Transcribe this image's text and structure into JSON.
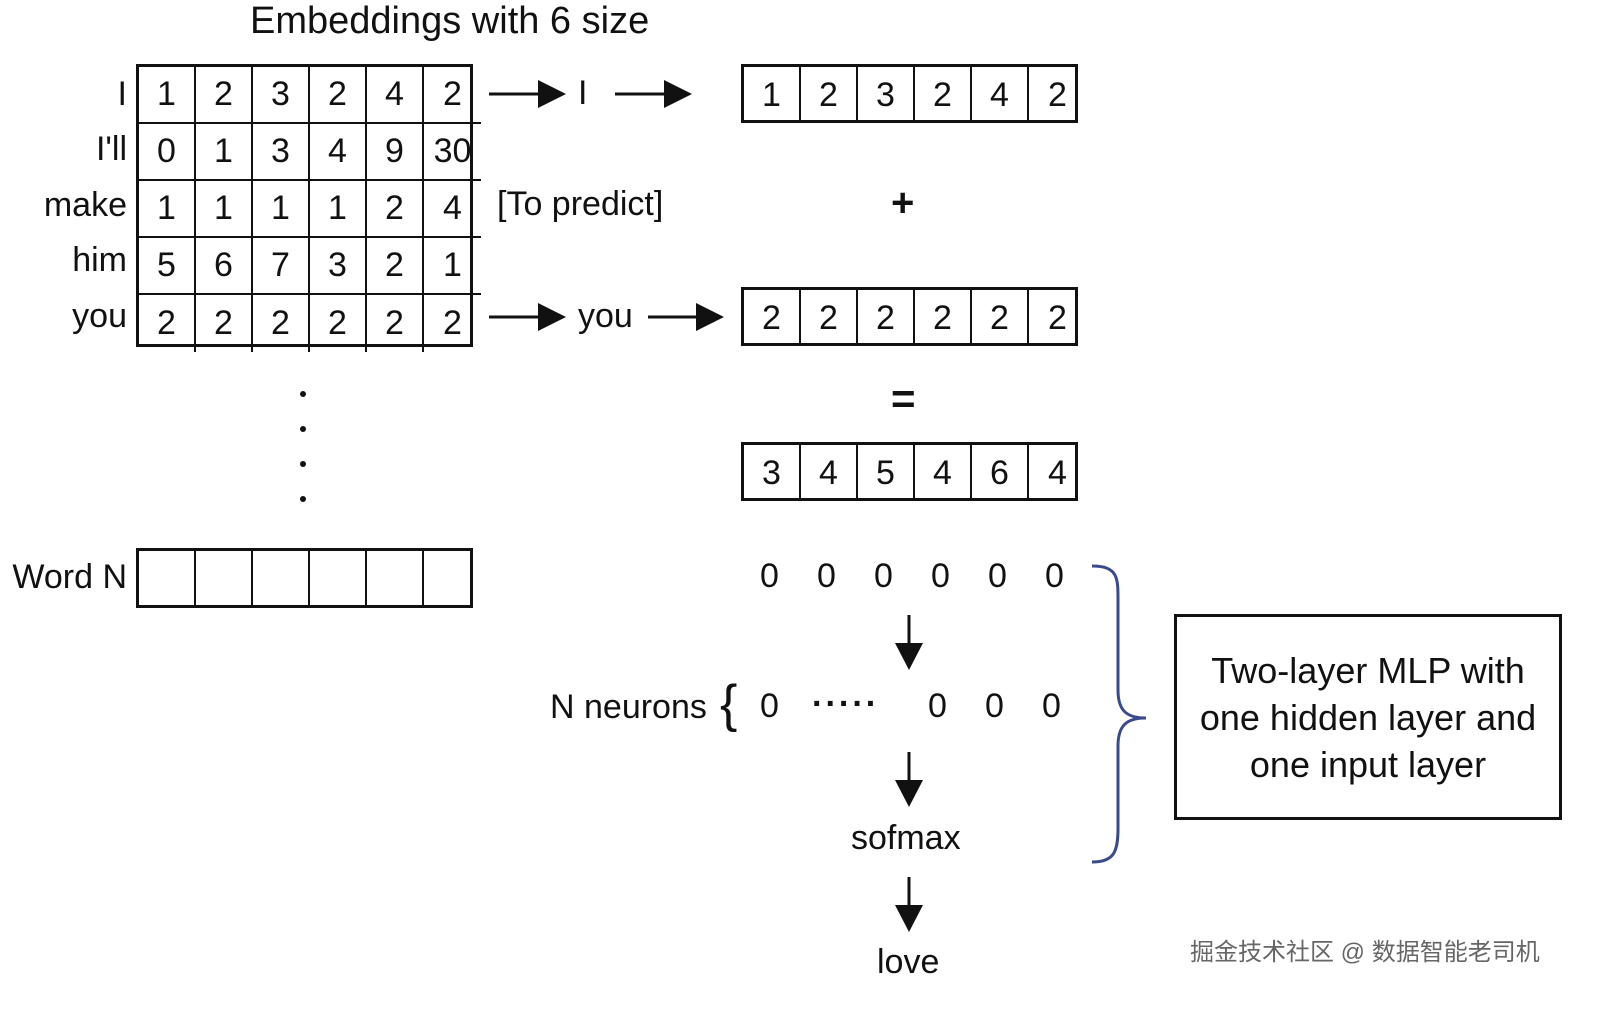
{
  "title": "Embeddings with 6 size",
  "embedding_table": {
    "rows": [
      {
        "label": "I",
        "values": [
          "1",
          "2",
          "3",
          "2",
          "4",
          "2"
        ]
      },
      {
        "label": "I'll",
        "values": [
          "0",
          "1",
          "3",
          "4",
          "9",
          "30"
        ]
      },
      {
        "label": "make",
        "values": [
          "1",
          "1",
          "1",
          "1",
          "2",
          "4"
        ]
      },
      {
        "label": "him",
        "values": [
          "5",
          "6",
          "7",
          "3",
          "2",
          "1"
        ]
      },
      {
        "label": "you",
        "values": [
          "2",
          "2",
          "2",
          "2",
          "2",
          "2"
        ]
      }
    ],
    "last_row_label": "Word N",
    "last_row_values": [
      "",
      "",
      "",
      "",
      "",
      ""
    ]
  },
  "flow": {
    "word1": "I",
    "word2": "you",
    "to_predict": "[To predict]",
    "plus": "+",
    "equals": "=",
    "vec1": [
      "1",
      "2",
      "3",
      "2",
      "4",
      "2"
    ],
    "vec2": [
      "2",
      "2",
      "2",
      "2",
      "2",
      "2"
    ],
    "sum": [
      "3",
      "4",
      "5",
      "4",
      "6",
      "4"
    ]
  },
  "mlp": {
    "input_layer": [
      "0",
      "0",
      "0",
      "0",
      "0",
      "0"
    ],
    "hidden_label": "N neurons",
    "hidden_brace": "{",
    "hidden_first": "0",
    "hidden_dots": ".....",
    "hidden_last": [
      "0",
      "0",
      "0"
    ],
    "softmax_label": "sofmax",
    "output_label": "love",
    "box_lines": [
      "Two-layer MLP with",
      "one hidden layer and",
      "one input layer"
    ]
  },
  "watermark": "掘金技术社区 @ 数据智能老司机",
  "colors": {
    "brace": "#3b4a8c",
    "ink": "#111111"
  }
}
